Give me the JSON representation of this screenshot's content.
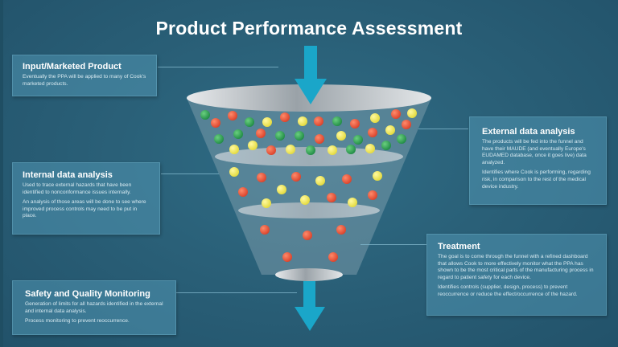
{
  "title": "Product Performance Assessment",
  "colors": {
    "background": "#2a6078",
    "box": "#4d8fa8",
    "arrow": "#1aa6c9",
    "ball_green": "#2fa155",
    "ball_red": "#e8533a",
    "ball_yellow": "#f2e94a"
  },
  "boxes": {
    "input": {
      "heading": "Input/Marketed Product",
      "paragraphs": [
        "Eventually the PPA will be applied to many of Cook's marketed products."
      ]
    },
    "internal": {
      "heading": "Internal data analysis",
      "paragraphs": [
        "Used to trace external hazards that have been identified to nonconformance issues internally.",
        "An analysis of those areas will be done to see where improved process controls may need to be put in place."
      ]
    },
    "safety": {
      "heading": "Safety and Quality Monitoring",
      "paragraphs": [
        "Generation of limits for all hazards identified in the external and internal data analysis.",
        "Process monitoring to prevent reoccurrence."
      ]
    },
    "external": {
      "heading": "External data analysis",
      "paragraphs": [
        "The products will be fed into the funnel and have their MAUDE (and eventually Europe's EUDAMED database, once it goes live) data analyzed.",
        "Identifies where Cook is performing, regarding risk, in comparison to the rest of the medical device industry."
      ]
    },
    "treatment": {
      "heading": "Treatment",
      "paragraphs": [
        "The goal is to come through the funnel with a refined dashboard that allows Cook to more effectively monitor what the PPA has shown to be the most critical parts of the manufacturing process in regard to patient safety for each device.",
        "Identifies controls (supplier, design, process) to prevent reoccurrence or reduce the effect/occurrence of the hazard."
      ]
    }
  },
  "funnel": {
    "stages": [
      {
        "name": "top",
        "ball_colors": [
          "green",
          "red",
          "yellow"
        ]
      },
      {
        "name": "middle",
        "ball_colors": [
          "red",
          "yellow"
        ]
      },
      {
        "name": "bottom",
        "ball_colors": [
          "red"
        ]
      }
    ]
  }
}
